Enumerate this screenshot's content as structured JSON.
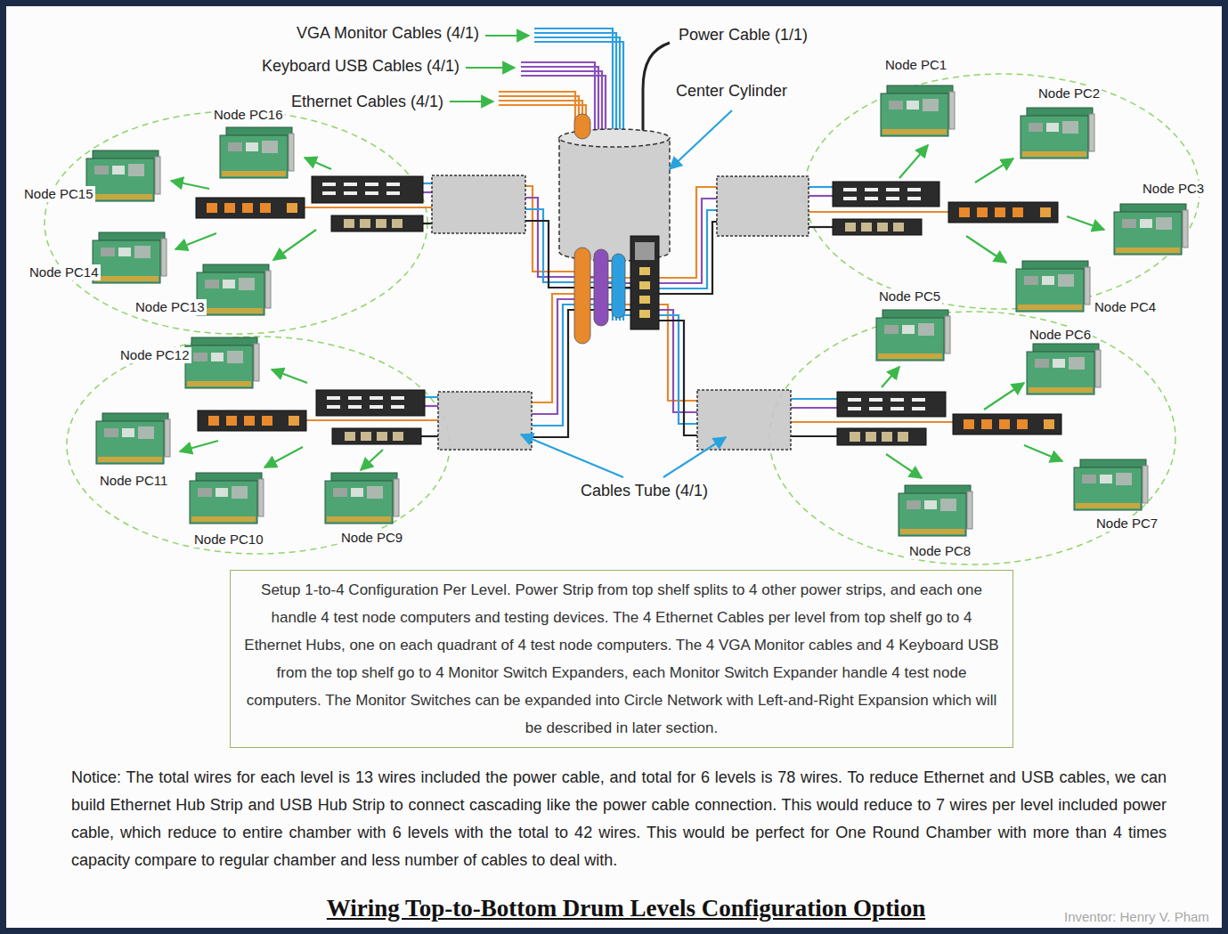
{
  "diagram": {
    "title": "Wiring Top-to-Bottom Drum Levels Configuration Option",
    "nodes": [
      {
        "text": [
          "Node PC1"
        ]
      },
      {
        "text": [
          "Node PC2"
        ]
      },
      {
        "text": [
          "Node PC3"
        ]
      },
      {
        "text": [
          "Node PC4"
        ]
      },
      {
        "text": [
          "Node PC5"
        ]
      },
      {
        "text": [
          "Node PC6"
        ]
      },
      {
        "text": [
          "Node PC7"
        ]
      },
      {
        "text": [
          "Node PC8"
        ]
      },
      {
        "text": [
          "Node PC9"
        ]
      },
      {
        "text": [
          "Node PC10"
        ]
      },
      {
        "text": [
          "Node PC11"
        ]
      },
      {
        "text": [
          "Node PC12"
        ]
      },
      {
        "text": [
          "Node PC13"
        ]
      },
      {
        "text": [
          "Node PC14"
        ]
      },
      {
        "text": [
          "Node PC15"
        ]
      },
      {
        "text": [
          "Node PC16"
        ]
      },
      {
        "text": [
          "Setup 1-to-4 Configuration Per Level. Power Strip from top shelf splits to 4 other power strips, and each one handle 4 test node computers and testing devices. The 4 Ethernet Cables per level from top shelf go to 4 Ethernet Hubs, one on each quadrant of 4 test node computers. The 4 VGA Monitor cables and 4 Keyboard USB from the top shelf go to 4 Monitor Switch Expanders, each Monitor Switch Expander handle 4 test node computers. The Monitor Switches can be expanded into Circle Network with Left-and-Right Expansion which will be described in later section."
        ]
      }
    ],
    "labels": [
      "VGA Monitor Cables (4/1)",
      "Keyboard USB Cables (4/1)",
      "Ethernet Cables (4/1)",
      "Power Cable (1/1)",
      "Center Cylinder",
      "Cables Tube (4/1)",
      "Notice: The total wires for each level is 13 wires included the power cable, and total for 6 levels is 78 wires. To reduce Ethernet and USB cables, we can build Ethernet Hub Strip and USB Hub Strip to connect cascading like the power cable connection. This would reduce to 7 wires per level included power cable, which reduce to entire chamber with 6 levels with the total to 42 wires. This would be perfect for One Round Chamber with more than 4 times capacity compare to regular chamber and less number of cables to deal with.",
      "Inventor: Henry V. Pham"
    ]
  }
}
